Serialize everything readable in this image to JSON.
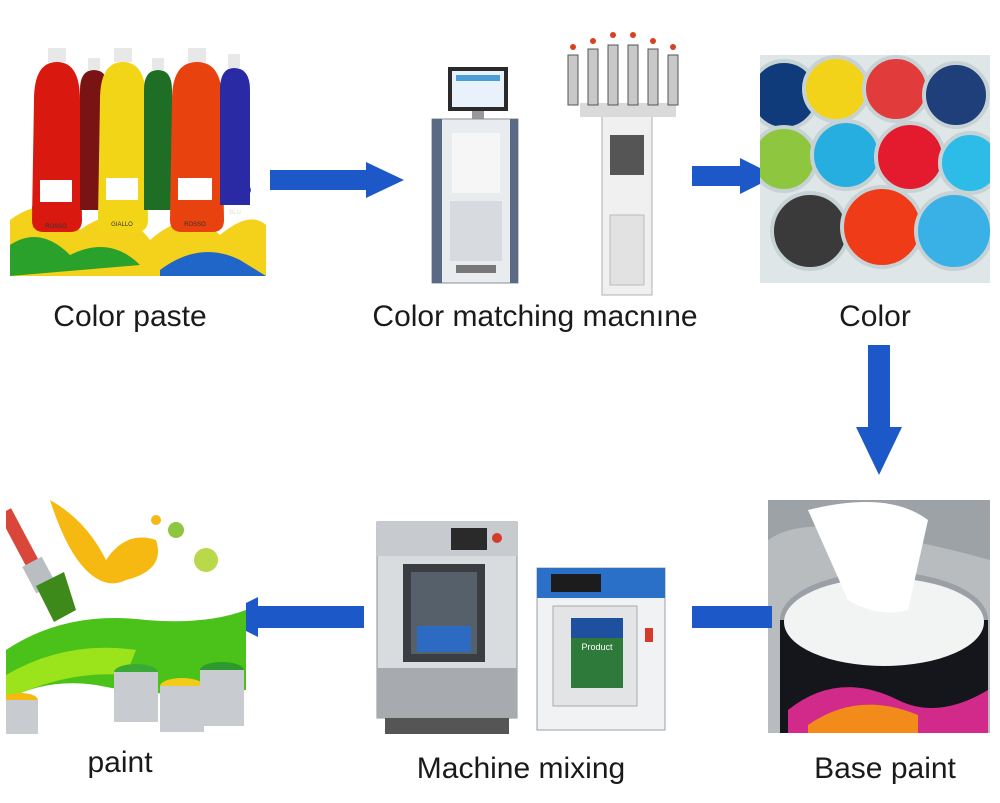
{
  "steps": [
    {
      "id": "color_paste",
      "label": "Color paste"
    },
    {
      "id": "color_matching",
      "label": "Color matching macnıne"
    },
    {
      "id": "color",
      "label": "Color"
    },
    {
      "id": "base_paint",
      "label": "Base paint"
    },
    {
      "id": "machine_mixing",
      "label": "Machine mixing"
    },
    {
      "id": "paint",
      "label": "paint"
    }
  ],
  "bottle_labels": [
    "ROSSO",
    "GIALLO",
    "ROSSO",
    "BLU"
  ],
  "can_text": "Product",
  "colors": {
    "arrow": "#1d58c8"
  }
}
